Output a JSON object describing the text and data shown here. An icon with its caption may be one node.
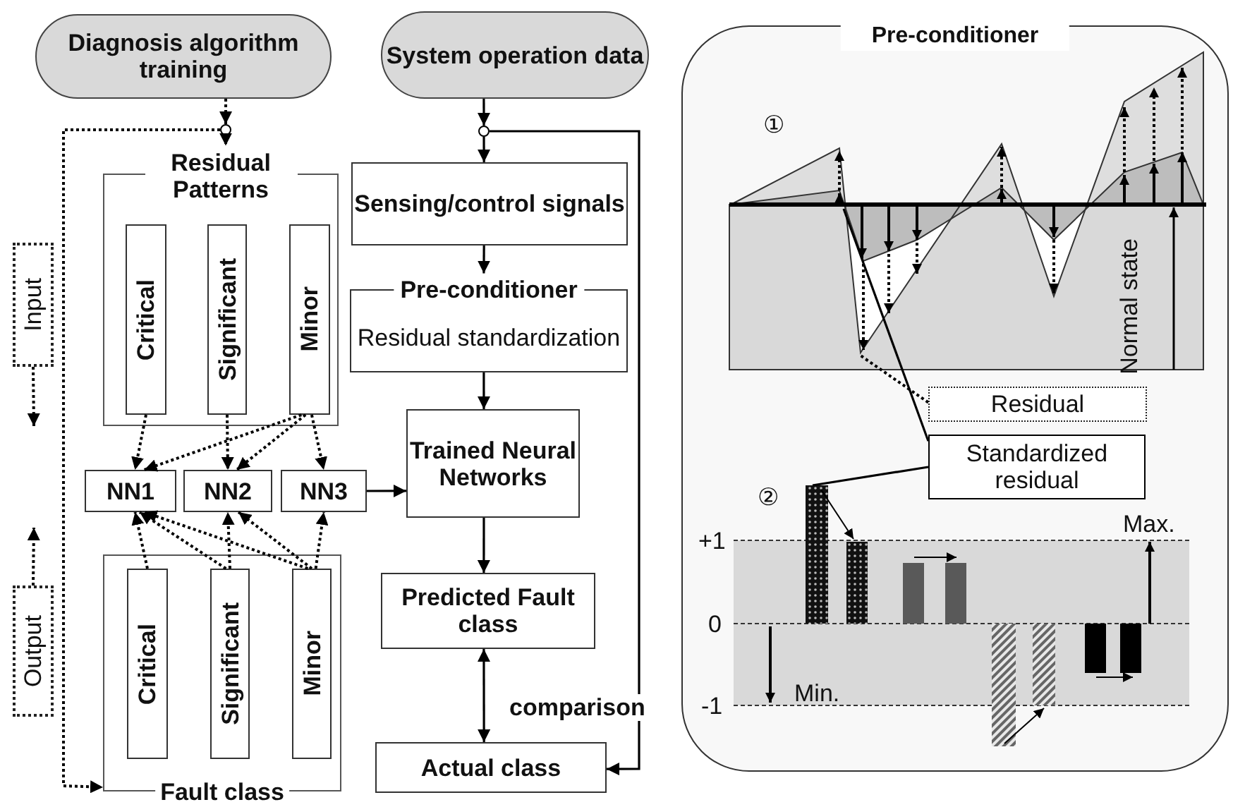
{
  "diagram": {
    "nodes": [
      {
        "text": [
          "Diagnosis algorithm training"
        ]
      },
      {
        "text": [
          "System operation data"
        ]
      },
      {
        "text": [
          "Residual Patterns"
        ]
      },
      {
        "text": [
          "Critical"
        ],
        "in": 2
      },
      {
        "text": [
          "Significant"
        ],
        "in": 2
      },
      {
        "text": [
          "Minor"
        ],
        "in": 2
      },
      {
        "text": [
          "NN1"
        ]
      },
      {
        "text": [
          "NN2"
        ]
      },
      {
        "text": [
          "NN3"
        ]
      },
      {
        "text": [
          "Fault class"
        ]
      },
      {
        "text": [
          "Critical"
        ],
        "in": 9
      },
      {
        "text": [
          "Significant"
        ],
        "in": 9
      },
      {
        "text": [
          "Minor"
        ],
        "in": 9
      },
      {
        "text": [
          "Input"
        ]
      },
      {
        "text": [
          "Output"
        ]
      },
      {
        "text": [],
        "shape": "circle"
      },
      {
        "text": [],
        "shape": "circle"
      },
      {
        "text": [
          "Sensing/control signals"
        ]
      },
      {
        "text": [
          "Pre-conditioner",
          "Residual standardization"
        ]
      },
      {
        "text": [
          "Trained Neural Networks"
        ]
      },
      {
        "text": [
          "Predicted Fault class"
        ]
      },
      {
        "text": [
          "Actual class"
        ]
      },
      {
        "text": [
          "Pre-conditioner"
        ]
      },
      {
        "text": [
          "Residual"
        ],
        "in": 22
      },
      {
        "text": [
          "Standardized residual"
        ],
        "in": 22
      }
    ],
    "edges": [
      {
        "from": 0,
        "to": 15,
        "arrow": "to",
        "style": "dashed"
      },
      {
        "from": 15,
        "to": 2,
        "arrow": "to",
        "style": "dashed"
      },
      {
        "from": 15,
        "to": 9,
        "arrow": "to",
        "style": "dashed"
      },
      {
        "from": 13,
        "to": null,
        "arrow": "to",
        "style": "dashed"
      },
      {
        "from": 14,
        "to": null,
        "arrow": "to",
        "style": "dashed"
      },
      {
        "from": 3,
        "to": 6,
        "arrow": "to",
        "style": "dashed"
      },
      {
        "from": 5,
        "to": 6,
        "arrow": "to",
        "style": "dashed"
      },
      {
        "from": 4,
        "to": 7,
        "arrow": "to",
        "style": "dashed"
      },
      {
        "from": 5,
        "to": 7,
        "arrow": "to",
        "style": "dashed"
      },
      {
        "from": 5,
        "to": 8,
        "arrow": "to",
        "style": "dashed"
      },
      {
        "from": 10,
        "to": 6,
        "arrow": "to",
        "style": "dashed"
      },
      {
        "from": 11,
        "to": 6,
        "arrow": "to",
        "style": "dashed"
      },
      {
        "from": 12,
        "to": 6,
        "arrow": "to",
        "style": "dashed"
      },
      {
        "from": 11,
        "to": 7,
        "arrow": "to",
        "style": "dashed"
      },
      {
        "from": 12,
        "to": 7,
        "arrow": "to",
        "style": "dashed"
      },
      {
        "from": 12,
        "to": 8,
        "arrow": "to",
        "style": "dashed"
      },
      {
        "from": 8,
        "to": 19,
        "arrow": "to"
      },
      {
        "from": 1,
        "to": 16,
        "arrow": "to"
      },
      {
        "from": 16,
        "to": 17,
        "arrow": "to"
      },
      {
        "from": 17,
        "to": 18,
        "arrow": "to"
      },
      {
        "from": 18,
        "to": 19,
        "arrow": "to"
      },
      {
        "from": 19,
        "to": 20,
        "arrow": "to"
      },
      {
        "from": 20,
        "to": 21,
        "arrow": "both",
        "label": "comparison"
      },
      {
        "from": 16,
        "to": 21,
        "arrow": "to"
      },
      {
        "from": 23,
        "to": null,
        "arrow": "none",
        "style": "dashed"
      },
      {
        "from": 24,
        "to": null,
        "arrow": "none"
      },
      {
        "from": 24,
        "to": null,
        "arrow": "none"
      }
    ],
    "labels": [
      "①",
      "Normal state",
      "②",
      "Max.",
      "+1",
      "0",
      "Min.",
      "-1"
    ]
  }
}
